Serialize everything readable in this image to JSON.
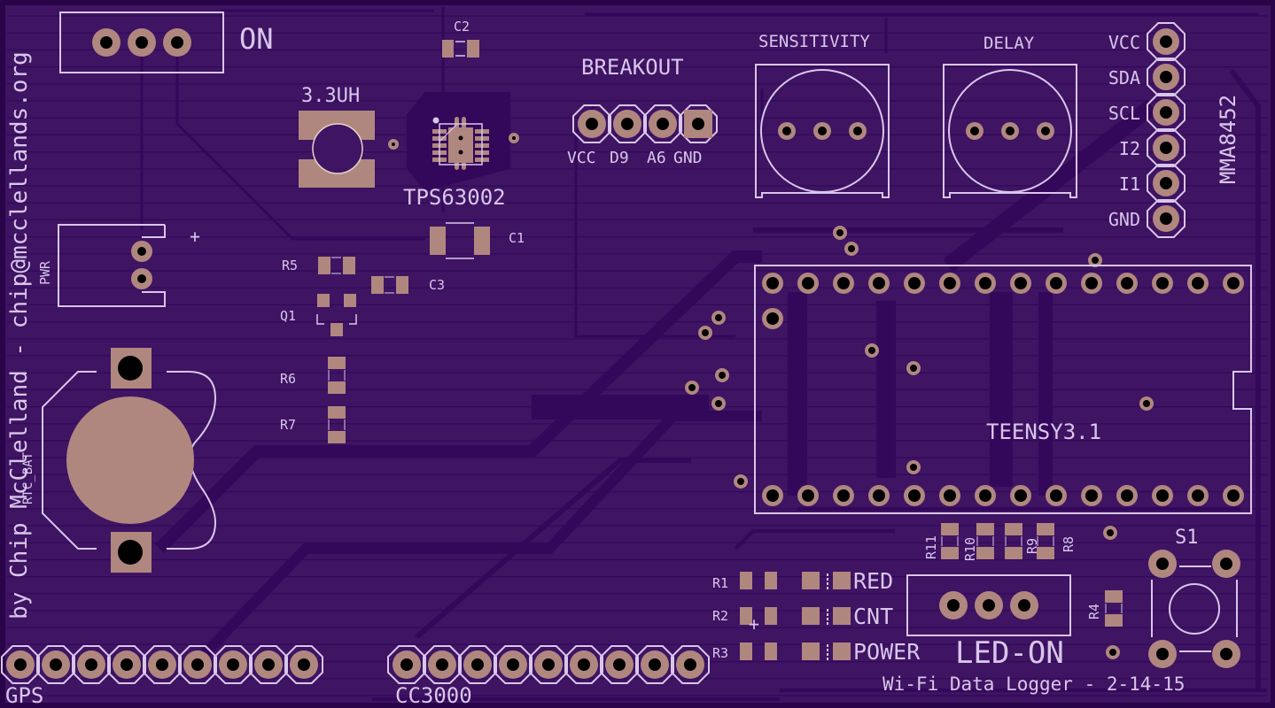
{
  "board": {
    "title": "Wi-Fi Data Logger - 2-14-15",
    "credit": "by Chip McClelland - chip@mcclellands.org",
    "colors": {
      "substrate": "#3e1463",
      "copper_pour": "#33075a",
      "border": "#2a0449",
      "silkscreen": "#d9c6ea",
      "pad": "#b0877f",
      "drill": "#000000"
    }
  },
  "labels": {
    "on": "ON",
    "inductor": "3.3UH",
    "c2": "C2",
    "breakout": "BREAKOUT",
    "regulator": "TPS63002",
    "c1": "C1",
    "c3": "C3",
    "r5": "R5",
    "q1": "Q1",
    "r6": "R6",
    "r7": "R7",
    "pwr": "PWR",
    "plus": "+",
    "rtc_bat": "RTC_BAT",
    "sensitivity": "SENSITIVITY",
    "delay": "DELAY",
    "mma": "MMA8452",
    "teensy": "TEENSY3.1",
    "gps": "GPS",
    "cc3000": "CC3000",
    "r1": "R1",
    "r2": "R2",
    "r3": "R3",
    "r4": "R4",
    "r8": "R8",
    "r9": "R9",
    "r10": "R10",
    "r11": "R11",
    "s1": "S1",
    "led_on": "LED-ON"
  },
  "breakout_pins": [
    "VCC",
    "D9",
    "A6",
    "GND"
  ],
  "mma_pins": [
    "VCC",
    "SDA",
    "SCL",
    "I2",
    "I1",
    "GND"
  ],
  "led_labels": [
    "RED",
    "CNT",
    "POWER"
  ],
  "headers": {
    "gps_pin_count": 9,
    "cc3000_pin_count": 9,
    "teensy_pins_per_row": 14
  }
}
